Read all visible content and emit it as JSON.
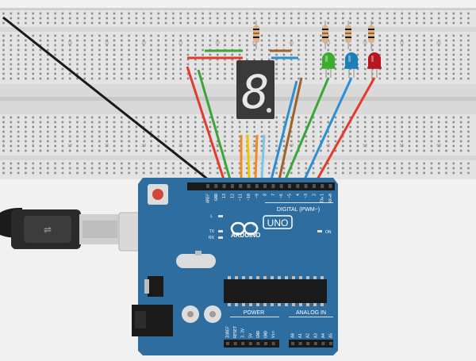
{
  "breadboard": {
    "top_numbers": [
      "1",
      "5",
      "10",
      "15",
      "20",
      "25",
      "30",
      "35",
      "40",
      "45",
      "50",
      "55",
      "60"
    ],
    "bottom_numbers": [
      "1",
      "5",
      "10",
      "15",
      "20",
      "25",
      "30",
      "35",
      "40",
      "45",
      "50",
      "55",
      "60"
    ]
  },
  "display": {
    "digit": "8"
  },
  "leds": [
    {
      "color": "#3cae2f",
      "name": "green"
    },
    {
      "color": "#1b7fb8",
      "name": "blue"
    },
    {
      "color": "#b4171f",
      "name": "red"
    }
  ],
  "arduino": {
    "brand": "ARDUINO",
    "model": "UNO",
    "digital_label": "DIGITAL (PWM~)",
    "power_label": "POWER",
    "analog_label": "ANALOG IN",
    "led_labels": {
      "l": "L",
      "tx": "TX",
      "rx": "RX",
      "on": "ON"
    },
    "digital_pins": [
      "AREF",
      "GND",
      "13",
      "12",
      "~11",
      "~10",
      "~9",
      "8",
      "7",
      "~6",
      "~5",
      "4",
      "~3",
      "2",
      "TX▸1",
      "RX◂0"
    ],
    "power_pins": [
      "IOREF",
      "RESET",
      "3.3V",
      "5V",
      "GND",
      "GND",
      "Vin"
    ],
    "analog_pins": [
      "A0",
      "A1",
      "A2",
      "A3",
      "A4",
      "A5"
    ],
    "colors": {
      "board": "#2d6d9f",
      "dark": "#1d4f78",
      "header": "#1a1a1a"
    }
  },
  "wire_colors": {
    "red": "#e23b2e",
    "green": "#3aa63a",
    "orange": "#f08a24",
    "yellow": "#f2c500",
    "lightblue": "#7cc6e6",
    "blue": "#2c8fd6",
    "brown": "#a0622d",
    "black": "#1a1a1a"
  }
}
